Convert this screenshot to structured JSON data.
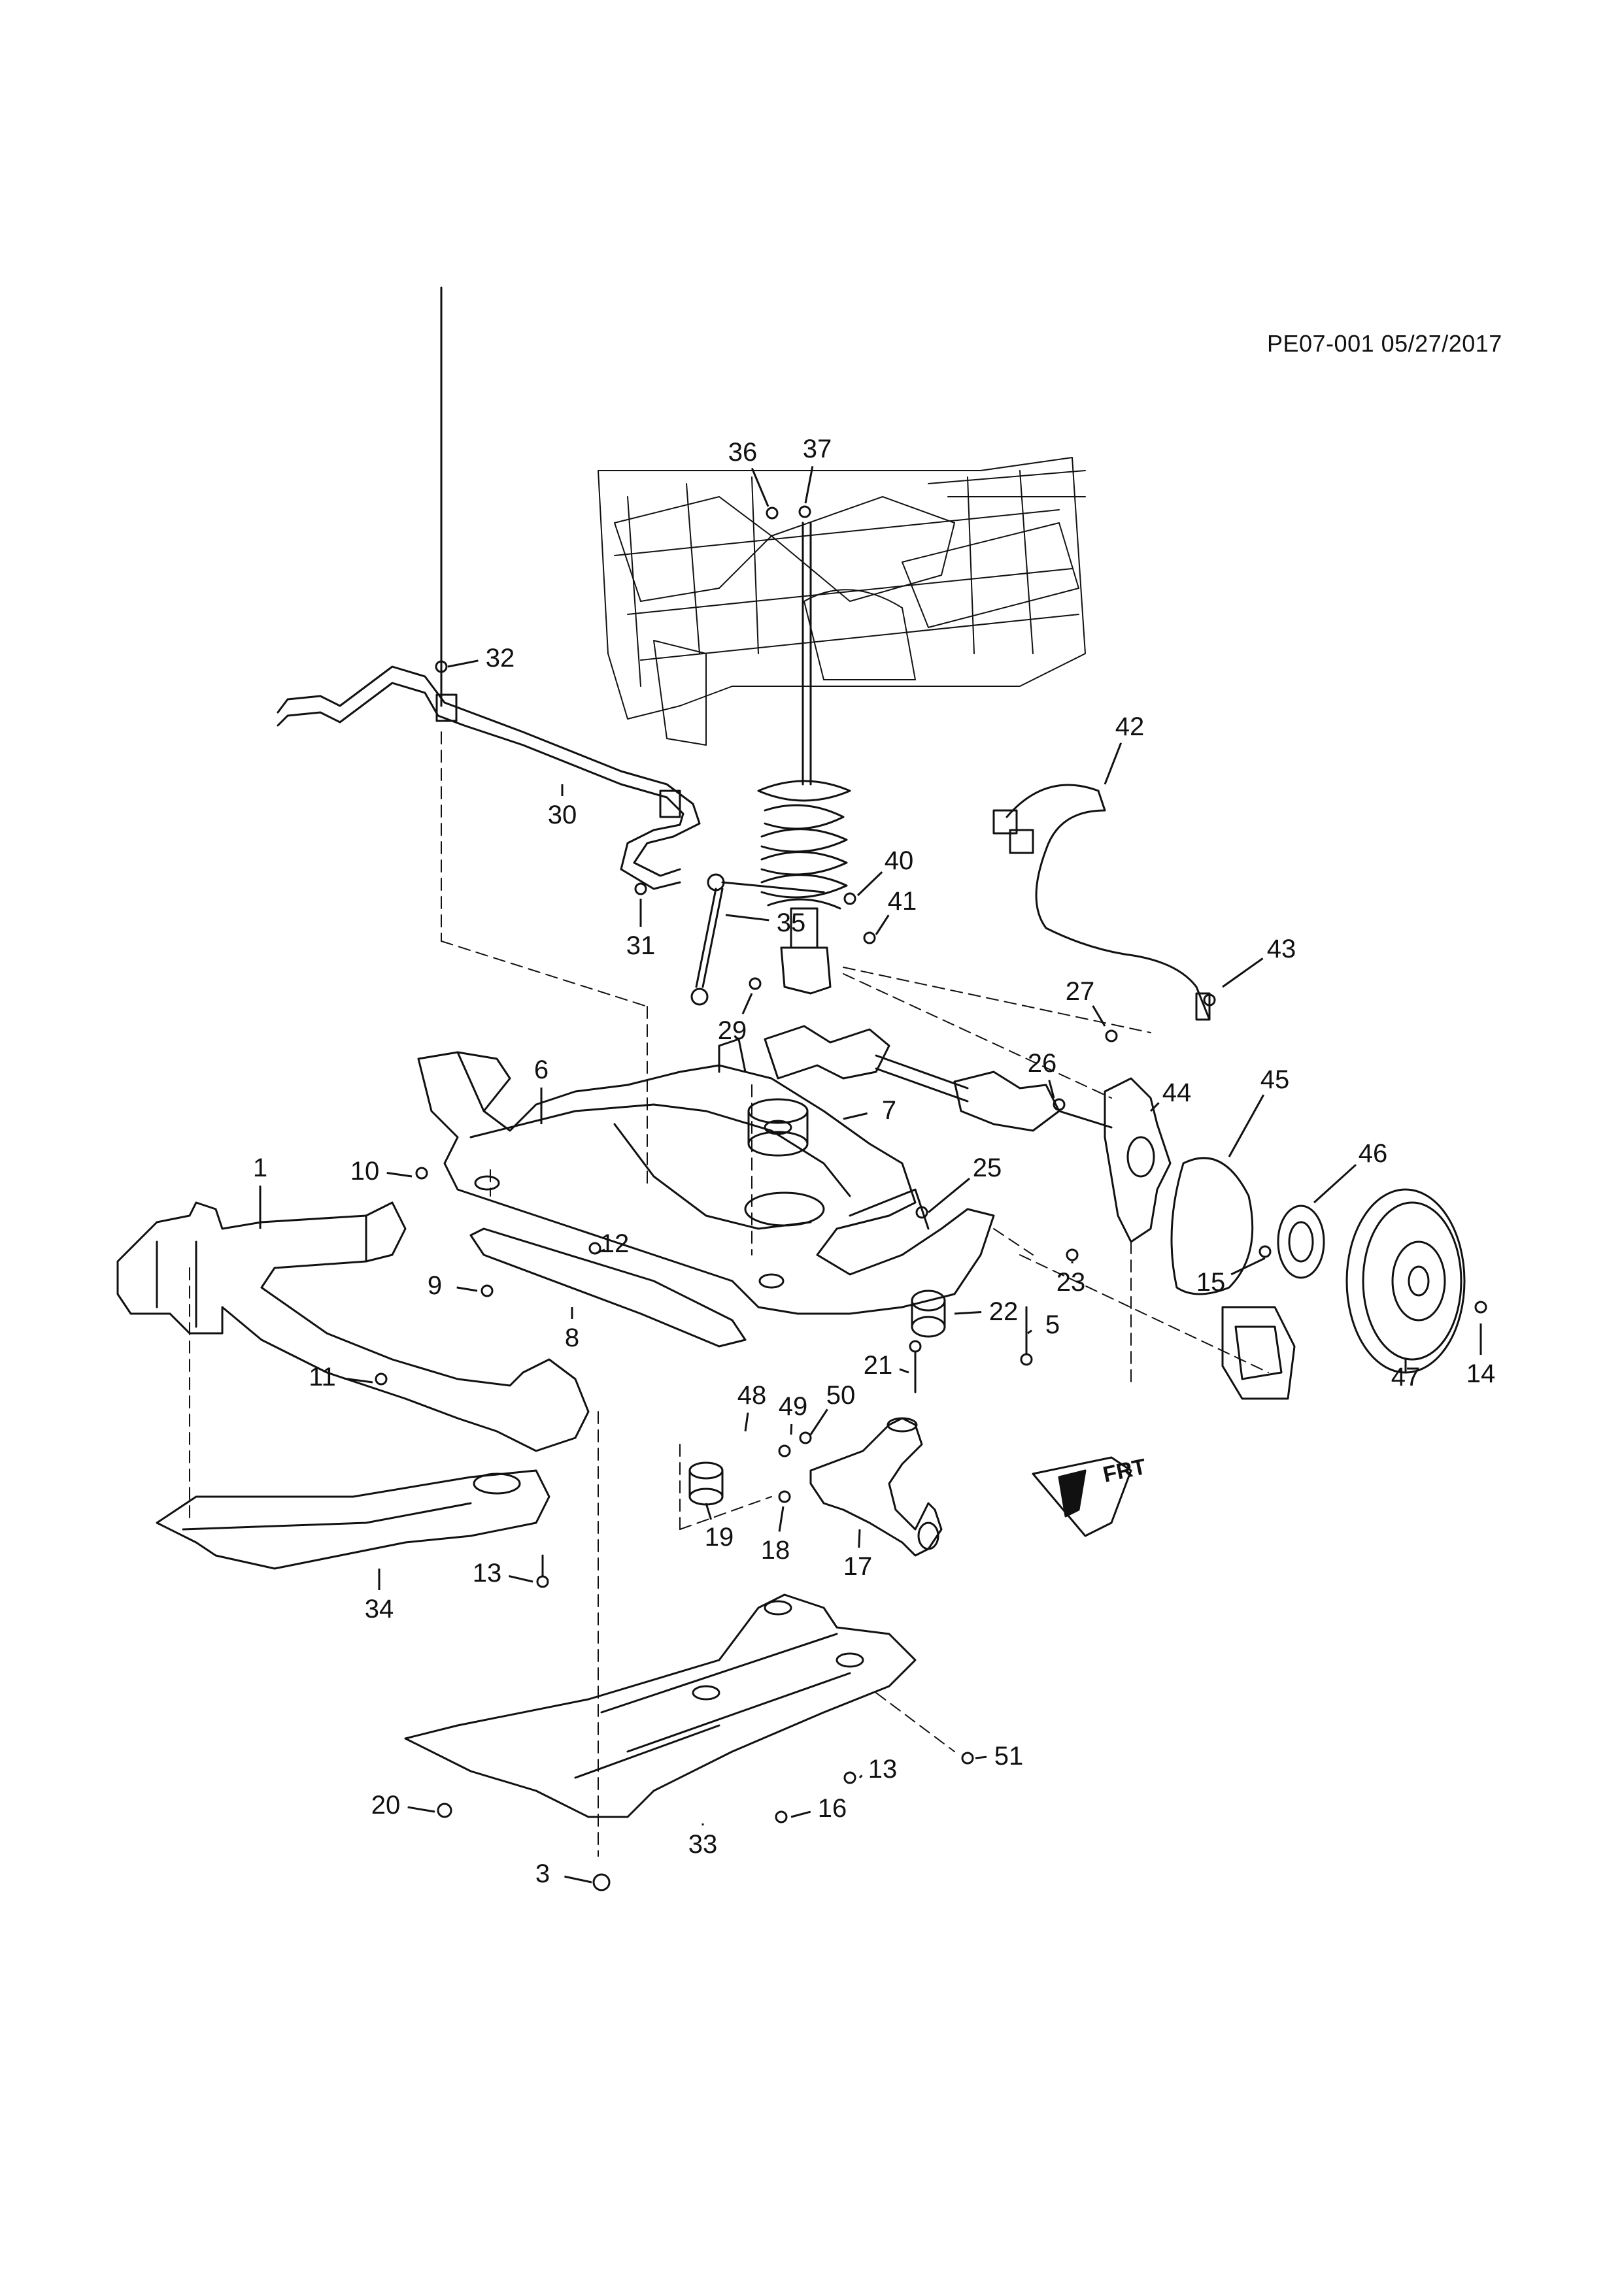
{
  "header": {
    "ref": "PE07-001 05/27/2017"
  },
  "callouts": [
    {
      "id": "c1",
      "label": "1"
    },
    {
      "id": "c3",
      "label": "3"
    },
    {
      "id": "c5",
      "label": "5"
    },
    {
      "id": "c6",
      "label": "6"
    },
    {
      "id": "c7",
      "label": "7"
    },
    {
      "id": "c8",
      "label": "8"
    },
    {
      "id": "c9",
      "label": "9"
    },
    {
      "id": "c10",
      "label": "10"
    },
    {
      "id": "c11",
      "label": "11"
    },
    {
      "id": "c12",
      "label": "12"
    },
    {
      "id": "c13a",
      "label": "13"
    },
    {
      "id": "c13b",
      "label": "13"
    },
    {
      "id": "c14",
      "label": "14"
    },
    {
      "id": "c15",
      "label": "15"
    },
    {
      "id": "c16",
      "label": "16"
    },
    {
      "id": "c17",
      "label": "17"
    },
    {
      "id": "c18",
      "label": "18"
    },
    {
      "id": "c19",
      "label": "19"
    },
    {
      "id": "c20",
      "label": "20"
    },
    {
      "id": "c21",
      "label": "21"
    },
    {
      "id": "c22",
      "label": "22"
    },
    {
      "id": "c23",
      "label": "23"
    },
    {
      "id": "c25",
      "label": "25"
    },
    {
      "id": "c26",
      "label": "26"
    },
    {
      "id": "c27",
      "label": "27"
    },
    {
      "id": "c29",
      "label": "29"
    },
    {
      "id": "c30",
      "label": "30"
    },
    {
      "id": "c31",
      "label": "31"
    },
    {
      "id": "c32",
      "label": "32"
    },
    {
      "id": "c33",
      "label": "33"
    },
    {
      "id": "c34",
      "label": "34"
    },
    {
      "id": "c35",
      "label": "35"
    },
    {
      "id": "c36",
      "label": "36"
    },
    {
      "id": "c37",
      "label": "37"
    },
    {
      "id": "c40",
      "label": "40"
    },
    {
      "id": "c41",
      "label": "41"
    },
    {
      "id": "c42",
      "label": "42"
    },
    {
      "id": "c43",
      "label": "43"
    },
    {
      "id": "c44",
      "label": "44"
    },
    {
      "id": "c45",
      "label": "45"
    },
    {
      "id": "c46",
      "label": "46"
    },
    {
      "id": "c47",
      "label": "47"
    },
    {
      "id": "c48",
      "label": "48"
    },
    {
      "id": "c49",
      "label": "49"
    },
    {
      "id": "c50",
      "label": "50"
    },
    {
      "id": "c51",
      "label": "51"
    }
  ],
  "direction_badge": {
    "text": "FRT"
  },
  "colors": {
    "line": "#111111",
    "background": "#ffffff"
  }
}
